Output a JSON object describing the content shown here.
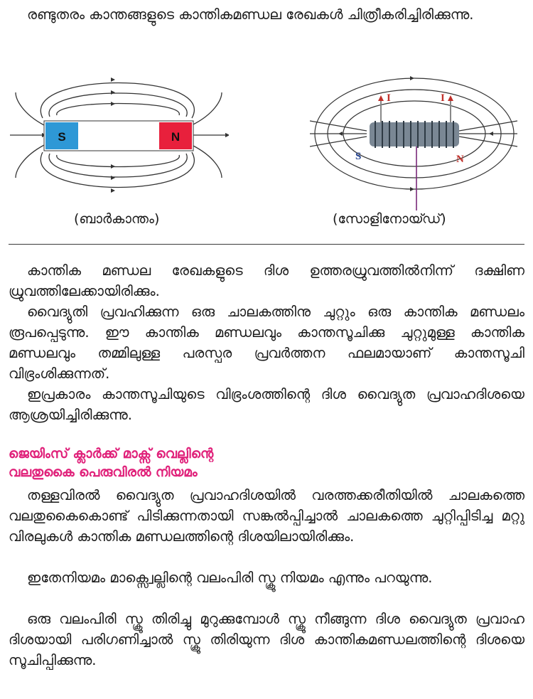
{
  "intro": {
    "text": "രണ്ടുതരം കാന്തങ്ങളുടെ കാന്തികമണ്ഡല രേഖകൾ ചിത്രീകരിച്ചിരിക്കുന്നു."
  },
  "figures": {
    "bar_magnet": {
      "caption": "(ബാർകാന്തം)",
      "pole_s": "S",
      "pole_n": "N",
      "colors": {
        "south": "#2e98d6",
        "north": "#e8203c",
        "middle": "#ffffff",
        "lines": "#333333"
      }
    },
    "solenoid": {
      "caption": "(സോളിനോയ്ഡ്)",
      "current_left": "I",
      "current_right": "I",
      "pole_s": "S",
      "pole_n": "N",
      "colors": {
        "current": "#c0302a",
        "s_label": "#1f3f8f",
        "n_label": "#c0302a",
        "core": "#7a8794",
        "stem": "#7a2a7a",
        "lines": "#333333"
      }
    }
  },
  "body": {
    "p1": "കാന്തിക മണ്ഡല രേഖകളുടെ ദിശ ഉത്തരധ്രുവത്തിൽനിന്ന് ദക്ഷിണ ധ്രുവത്തിലേക്കായിരിക്കും.",
    "p2": "വൈദ്യുതി പ്രവഹിക്കുന്ന ഒരു ചാലകത്തിനു ചുറ്റും ഒരു കാന്തിക മണ്ഡലം രൂപപ്പെടുന്നു. ഈ കാന്തിക മണ്ഡലവും കാന്തസൂചിക്കു ചുറ്റുമുള്ള കാന്തിക മണ്ഡലവും തമ്മിലുള്ള പരസ്പര പ്രവർത്തന ഫലമായാണ് കാന്തസൂചി വിഭ്രംശിക്കുന്നത്.",
    "p3": "ഇപ്രകാരം കാന്തസൂചിയുടെ വിഭ്രംശത്തിന്റെ ദിശ വൈദ്യുത പ്രവാഹദിശയെ  ആശ്രയിച്ചിരിക്കുന്നു."
  },
  "rule_section": {
    "heading_line1": "ജെയിംസ് ക്ലാർക്ക് മാക്സ് വെല്ലിന്റെ",
    "heading_line2": "വലതുകൈ പെരുവിരൽ നിയമം",
    "heading_color": "#e0217a",
    "p1": "തള്ളവിരൽ വൈദ്യുത പ്രവാഹദിശയിൽ വരത്തക്കരീതിയിൽ ചാലകത്തെ വലതുകൈകൊണ്ട് പിടിക്കുന്നതായി സങ്കൽപ്പിച്ചാൽ ചാലകത്തെ ചുറ്റിപ്പിടിച്ച മറ്റു വിരലുകൾ കാന്തിക മണ്ഡലത്തിന്റെ ദിശയിലായിരിക്കും.",
    "p2": "ഇതേനിയമം മാക്സ്വെല്ലിന്റെ വലംപിരി സ്ക്രൂ നിയമം എന്നും പറയുന്നു.",
    "p3": "ഒരു വലംപിരി സ്ക്രൂ തിരിച്ചു മുറുക്കുമ്പോൾ സ്ക്രൂ നീങ്ങുന്ന ദിശ വൈദ്യുത പ്രവാഹ ദിശയായി  പരിഗണിച്ചാൽ സ്ക്രൂ തിരിയുന്ന ദിശ കാന്തികമണ്ഡലത്തിന്റെ ദിശയെ സൂചിപ്പിക്കുന്നു."
  }
}
